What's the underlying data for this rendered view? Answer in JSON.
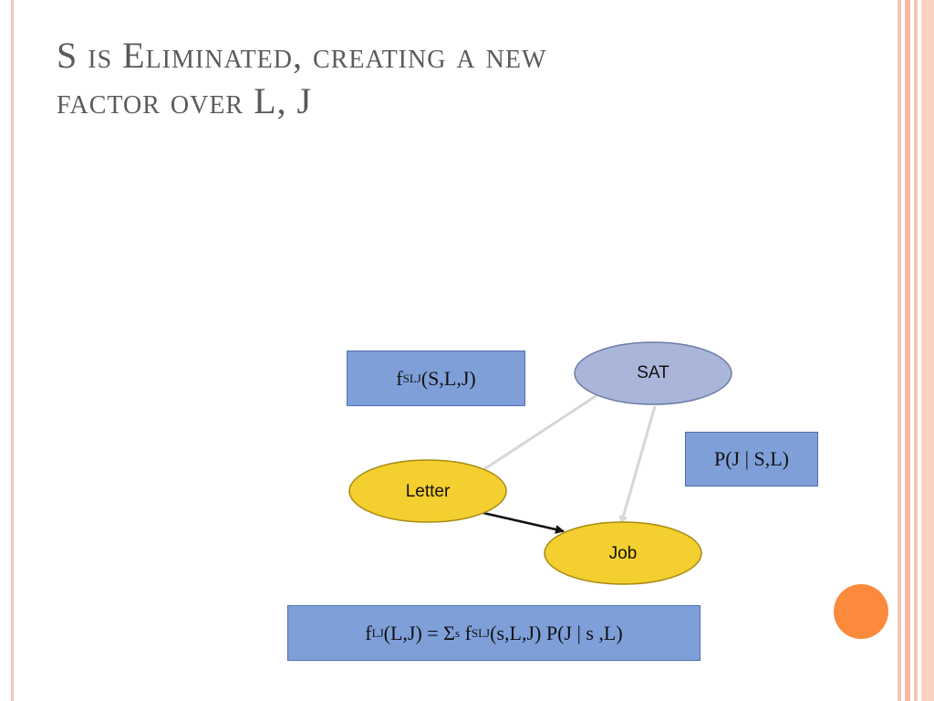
{
  "slide": {
    "title_line1": "S is Eliminated, creating a new",
    "title_line2": "factor over L, J"
  },
  "boxes": {
    "f_slj": {
      "f": "f",
      "sub": "SLJ",
      "rest": "(S,L,J)"
    },
    "p_j": {
      "text": "P(J | S,L)"
    },
    "f_lj": {
      "f1": "f",
      "sub1": "LJ",
      "mid": "(L,J) = Σ",
      "sub2": "s",
      "f2": " f",
      "sub3": "SLJ",
      "rest": "(s,L,J) P(J | s ,L)"
    }
  },
  "nodes": {
    "sat": "SAT",
    "letter": "Letter",
    "job": "Job"
  },
  "colors": {
    "box_fill": "#7f9fd9",
    "sat_fill": "#a9b6d9",
    "yellow_fill": "#f3cf2f",
    "accent_dot": "#fb8a3d",
    "frame": "#f7c6b7"
  }
}
